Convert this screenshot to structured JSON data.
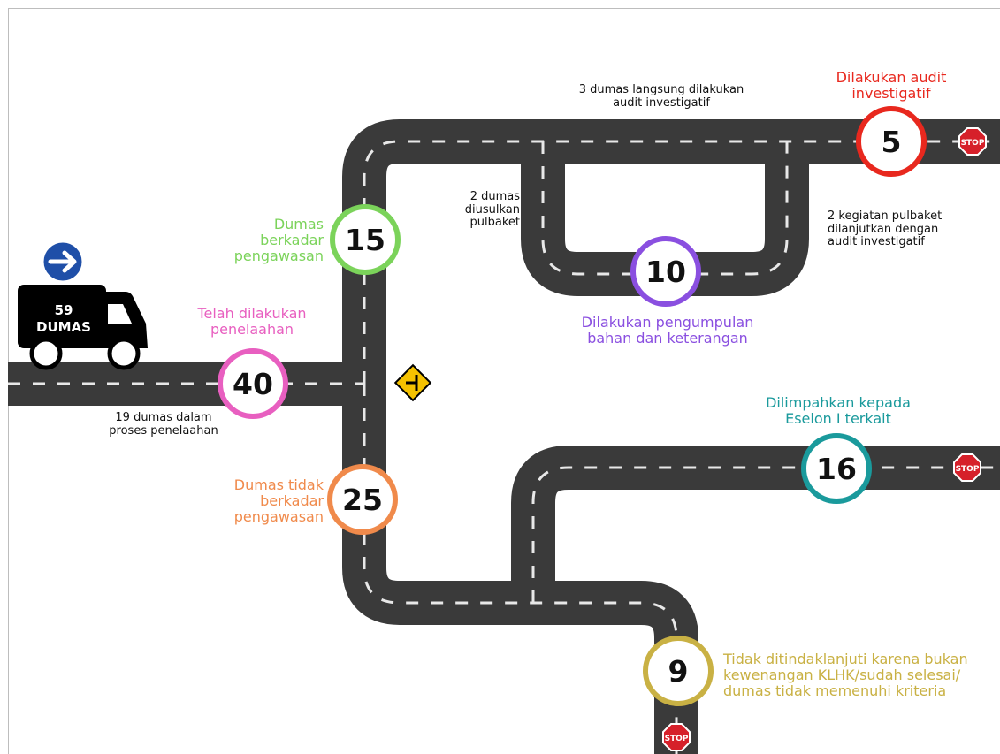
{
  "truck": {
    "count": "59",
    "label": "DUMAS"
  },
  "nodes": [
    {
      "id": "node-40",
      "value": "40",
      "color": "#e85fc0"
    },
    {
      "id": "node-15",
      "value": "15",
      "color": "#7bd35a"
    },
    {
      "id": "node-25",
      "value": "25",
      "color": "#f08a4b"
    },
    {
      "id": "node-10",
      "value": "10",
      "color": "#8a4fe0"
    },
    {
      "id": "node-5",
      "value": "5",
      "color": "#e8281e"
    },
    {
      "id": "node-16",
      "value": "16",
      "color": "#1a9a9c"
    },
    {
      "id": "node-9",
      "value": "9",
      "color": "#c9b144"
    }
  ],
  "labels": {
    "telah_dilakukan": "Telah dilakukan\npenelaahan",
    "proses_penelaahan": "19 dumas dalam\nproses penelaahan",
    "berkadar": "Dumas\nberkadar\npengawasan",
    "tidak_berkadar": "Dumas tidak\nberkadar\npengawasan",
    "diusulkan_pulbaket": "2 dumas\ndiusulkan\npulbaket",
    "langsung_audit": "3 dumas langsung dilakukan\naudit investigatif",
    "dilakukan_audit": "Dilakukan audit\ninvestigatif",
    "kegiatan_pulbaket": "2 kegiatan pulbaket\ndilanjutkan dengan\naudit investigatif",
    "pengumpulan": "Dilakukan pengumpulan\nbahan dan keterangan",
    "dilimpahkan": "Dilimpahkan kepada\nEselon I terkait",
    "tidak_ditindaklanjuti": "Tidak ditindaklanjuti karena bukan\nkewenangan KLHK/sudah selesai/\ndumas tidak memenuhi kriteria"
  },
  "signs": {
    "stop_text": "STOP"
  },
  "colors": {
    "road": "#3a3a3a",
    "dash": "#e8e8e8",
    "truck": "#000000",
    "arrow_sign": "#1f4fa8",
    "junction_sign": "#f5c200",
    "stop": "#d6202a",
    "pink": "#e85fc0",
    "green": "#7bd35a",
    "orange": "#f08a4b",
    "purple": "#8a4fe0",
    "red": "#e8281e",
    "teal": "#1a9a9c",
    "olive": "#c9b144"
  }
}
